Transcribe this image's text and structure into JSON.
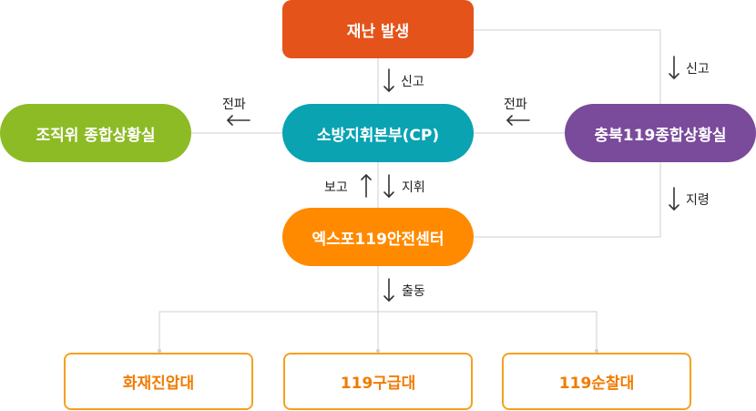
{
  "nodes": {
    "disaster": "재난 발생",
    "fire_hq": "소방지휘본부(CP)",
    "org_room": "조직위 종합상황실",
    "chungbuk": "충북119종합상황실",
    "expo": "엑스포119안전센터",
    "unit_fire": "화재진압대",
    "unit_rescue": "119구급대",
    "unit_patrol": "119순찰대"
  },
  "labels": {
    "report_down": "신고",
    "report_right": "신고",
    "relay_left": "전파",
    "relay_right": "전파",
    "report_up": "보고",
    "command": "지휘",
    "order": "지령",
    "dispatch": "출동"
  },
  "colors": {
    "disaster": "#e4531a",
    "fire_hq": "#0aa3b2",
    "org_room": "#8dbb26",
    "chungbuk": "#7a4a9b",
    "expo": "#ff8a00",
    "unit_border": "#f5a01e"
  }
}
